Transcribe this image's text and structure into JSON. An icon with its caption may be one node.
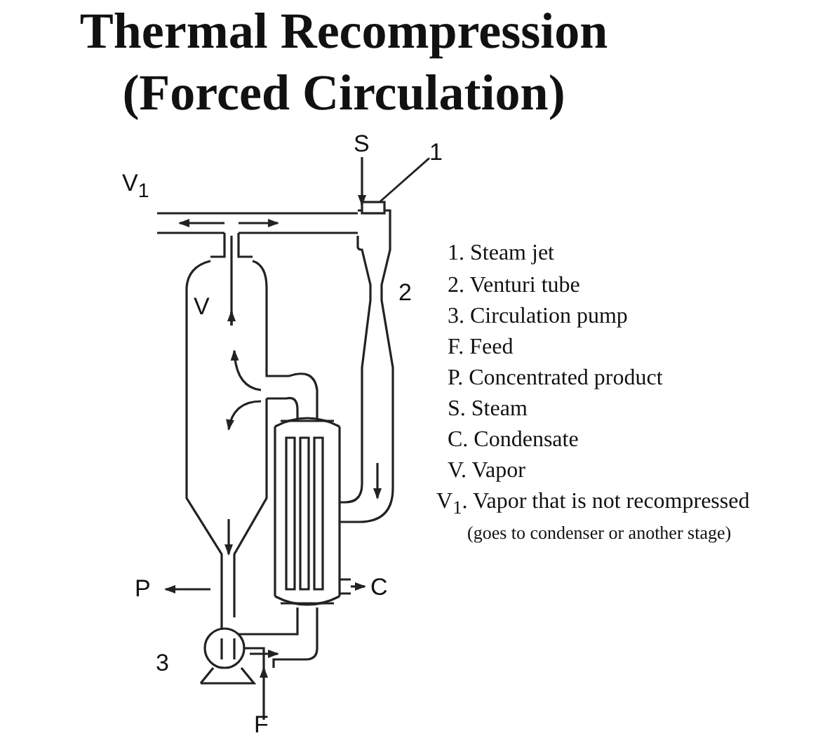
{
  "diagram": {
    "title": "Thermal Recompression (Forced Circulation)",
    "nodes": [
      {
        "text": [
          "1"
        ]
      },
      {
        "text": [],
        "shape": "box"
      }
    ],
    "edges": [
      {
        "from": 0,
        "to": 1,
        "arrow": "none"
      }
    ],
    "labels": [
      "S",
      "V$_{1}$",
      "V",
      "2",
      "P",
      "C",
      "3",
      "F",
      "1. Steam jet",
      "2. Venturi tube",
      "3. Circulation pump",
      "F. Feed",
      "P. Concentrated product",
      "S. Steam",
      "C. Condensate",
      "V. Vapor",
      "V$_{1}$. Vapor that is not recompressed",
      "(goes to condenser or another stage)"
    ]
  }
}
